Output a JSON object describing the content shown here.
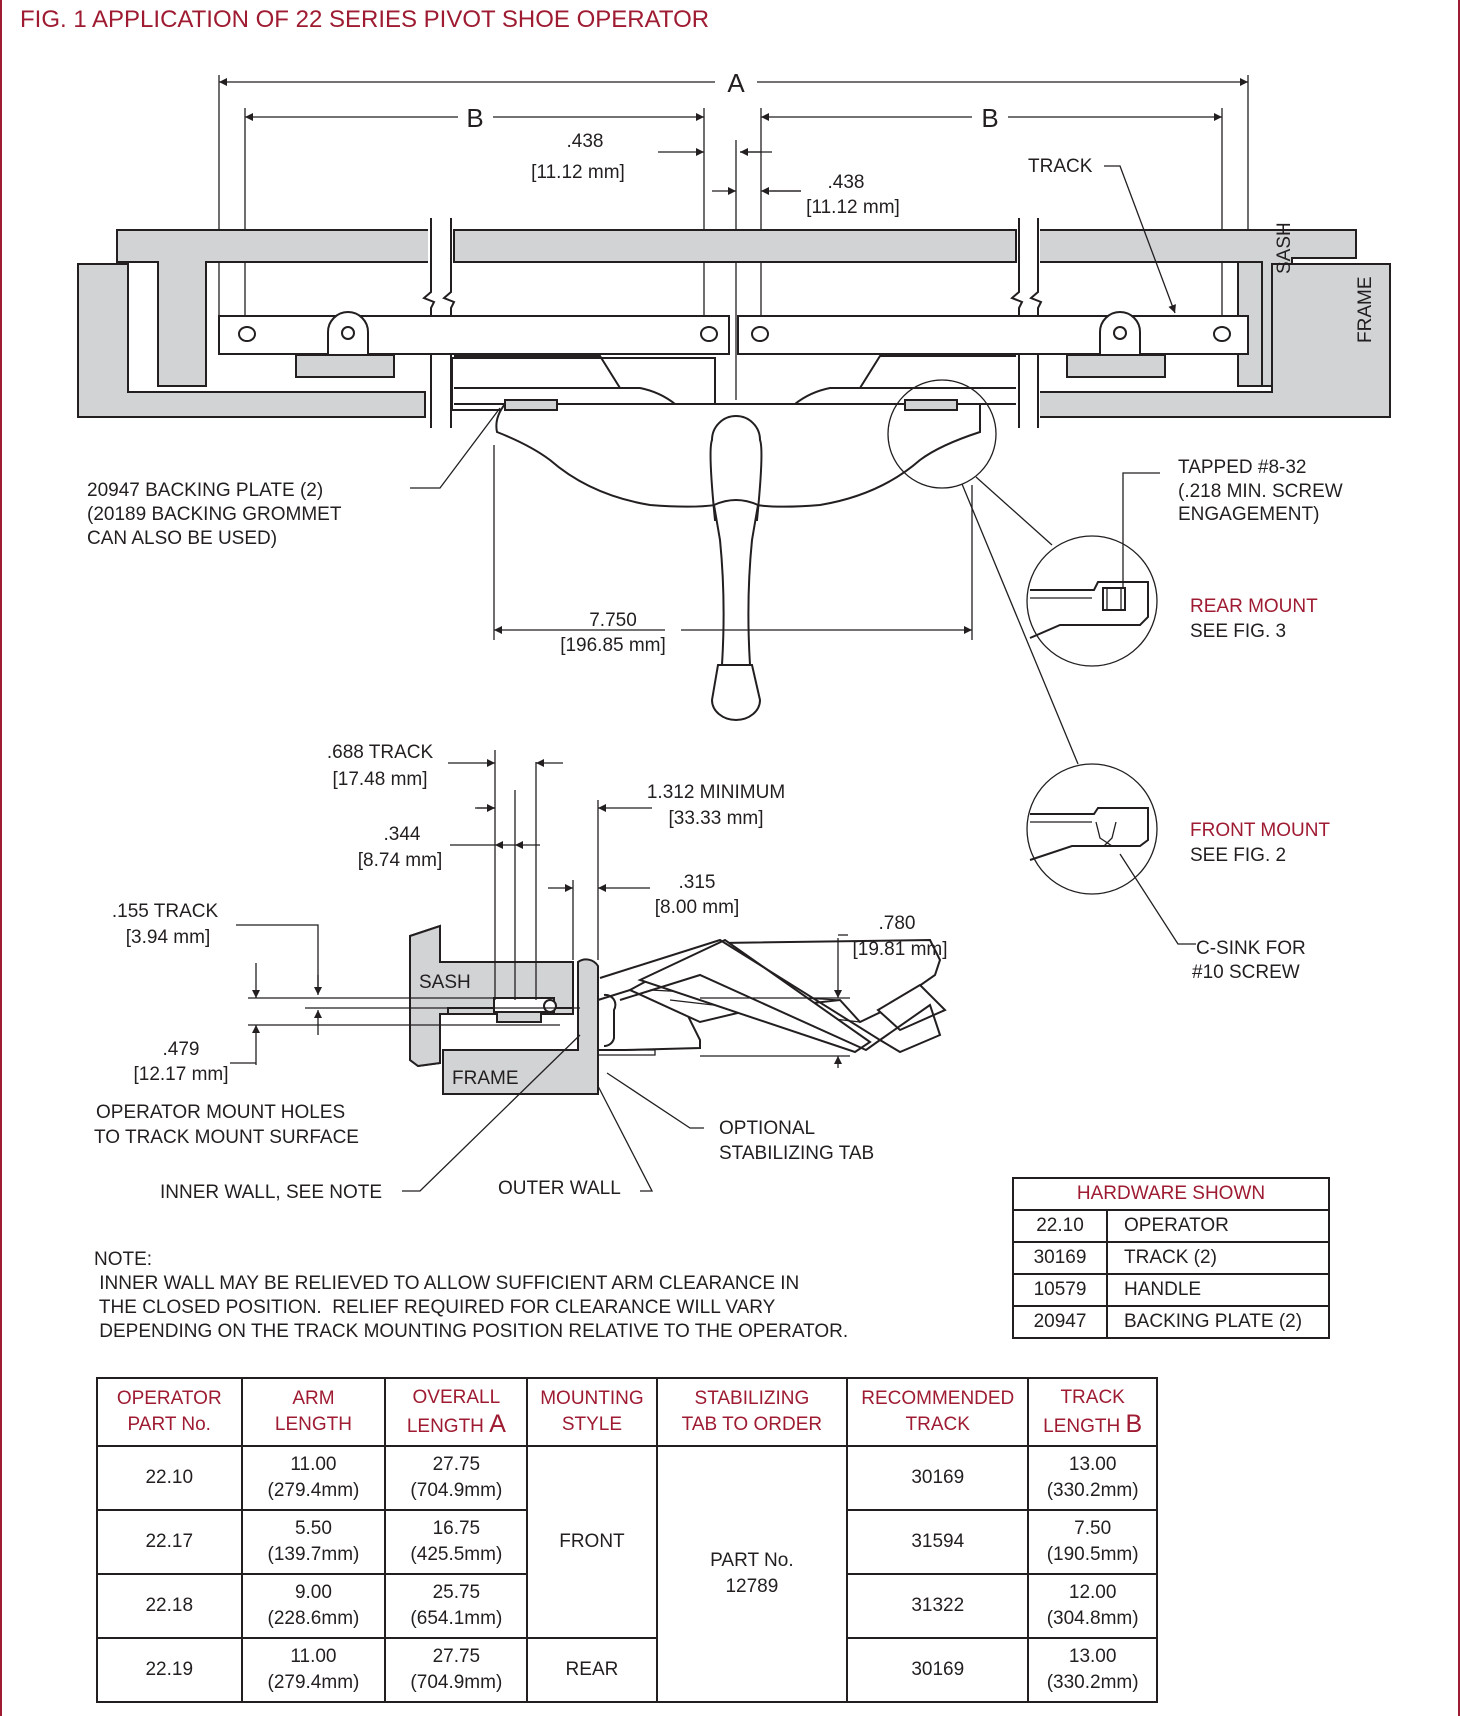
{
  "title": "FIG. 1  APPLICATION OF 22 SERIES PIVOT SHOE OPERATOR",
  "colors": {
    "accent": "#9e1b32",
    "part_fill": "#d1d3d4",
    "ink": "#231f20"
  },
  "top_view": {
    "dim_A": "A",
    "dim_B_left": "B",
    "dim_B_right": "B",
    "dim_438_left": ".438",
    "dim_438_left_mm": "[11.12 mm]",
    "dim_438_right": ".438",
    "dim_438_right_mm": "[11.12 mm]",
    "track": "TRACK",
    "sash": "SASH",
    "frame": "FRAME",
    "backing_plate": [
      "20947 BACKING PLATE (2)",
      "(20189 BACKING GROMMET",
      "CAN ALSO BE USED)"
    ],
    "tapped": [
      "TAPPED #8-32",
      "(.218 MIN. SCREW",
      "ENGAGEMENT)"
    ],
    "rear_mount": "REAR MOUNT",
    "see_fig3": "SEE FIG. 3",
    "front_mount": "FRONT MOUNT",
    "see_fig2": "SEE FIG. 2",
    "csink": [
      "C-SINK FOR",
      "#10 SCREW"
    ],
    "dim_7750": "7.750",
    "dim_7750_mm": "[196.85 mm]"
  },
  "side_view": {
    "dim_688": ".688  TRACK",
    "dim_688_mm": "[17.48 mm]",
    "dim_344": ".344",
    "dim_344_mm": "[8.74 mm]",
    "dim_1312": "1.312   MINIMUM",
    "dim_1312_mm": "[33.33 mm]",
    "dim_315": ".315",
    "dim_315_mm": "[8.00 mm]",
    "dim_155": ".155   TRACK",
    "dim_155_mm": "[3.94 mm]",
    "dim_780": ".780",
    "dim_780_mm": "[19.81 mm]",
    "dim_479": ".479",
    "dim_479_mm": "[12.17 mm]",
    "sash": "SASH",
    "frame": "FRAME",
    "mount_holes": [
      "OPERATOR MOUNT HOLES",
      "TO TRACK MOUNT SURFACE"
    ],
    "optional_tab": [
      "OPTIONAL",
      "STABILIZING TAB"
    ],
    "inner_wall": "INNER WALL, SEE NOTE",
    "outer_wall": "OUTER WALL"
  },
  "note": {
    "heading": "NOTE:",
    "lines": [
      " INNER WALL MAY BE RELIEVED TO ALLOW SUFFICIENT ARM CLEARANCE IN",
      " THE CLOSED POSITION.  RELIEF REQUIRED FOR CLEARANCE WILL VARY",
      " DEPENDING ON THE TRACK MOUNTING POSITION RELATIVE TO THE OPERATOR."
    ]
  },
  "hardware_table": {
    "header": "HARDWARE SHOWN",
    "rows": [
      {
        "part": "22.10",
        "desc": "OPERATOR"
      },
      {
        "part": "30169",
        "desc": "TRACK (2)"
      },
      {
        "part": "10579",
        "desc": "HANDLE"
      },
      {
        "part": "20947",
        "desc": "BACKING PLATE (2)"
      }
    ]
  },
  "operator_table": {
    "headers": {
      "part_1": "OPERATOR",
      "part_2": "PART No.",
      "arm_1": "ARM",
      "arm_2": "LENGTH",
      "overall_1": "OVERALL",
      "overall_2": "LENGTH",
      "overall_letter": "A",
      "mount_1": "MOUNTING",
      "mount_2": "STYLE",
      "tab_1": "STABILIZING",
      "tab_2": "TAB TO ORDER",
      "track_1": "RECOMMENDED",
      "track_2": "TRACK",
      "tlen_1": "TRACK",
      "tlen_2": "LENGTH",
      "tlen_letter": "B"
    },
    "rows": [
      {
        "part": "22.10",
        "arm": "11.00",
        "arm_mm": "(279.4mm)",
        "overall": "27.75",
        "overall_mm": "(704.9mm)",
        "track": "30169",
        "tlen": "13.00",
        "tlen_mm": "(330.2mm)"
      },
      {
        "part": "22.17",
        "arm": "5.50",
        "arm_mm": "(139.7mm)",
        "overall": "16.75",
        "overall_mm": "(425.5mm)",
        "track": "31594",
        "tlen": "7.50",
        "tlen_mm": "(190.5mm)"
      },
      {
        "part": "22.18",
        "arm": "9.00",
        "arm_mm": "(228.6mm)",
        "overall": "25.75",
        "overall_mm": "(654.1mm)",
        "track": "31322",
        "tlen": "12.00",
        "tlen_mm": "(304.8mm)"
      },
      {
        "part": "22.19",
        "arm": "11.00",
        "arm_mm": "(279.4mm)",
        "overall": "27.75",
        "overall_mm": "(704.9mm)",
        "track": "30169",
        "tlen": "13.00",
        "tlen_mm": "(330.2mm)"
      }
    ],
    "mount_front": "FRONT",
    "mount_rear": "REAR",
    "tab_part_1": "PART No.",
    "tab_part_2": "12789"
  }
}
